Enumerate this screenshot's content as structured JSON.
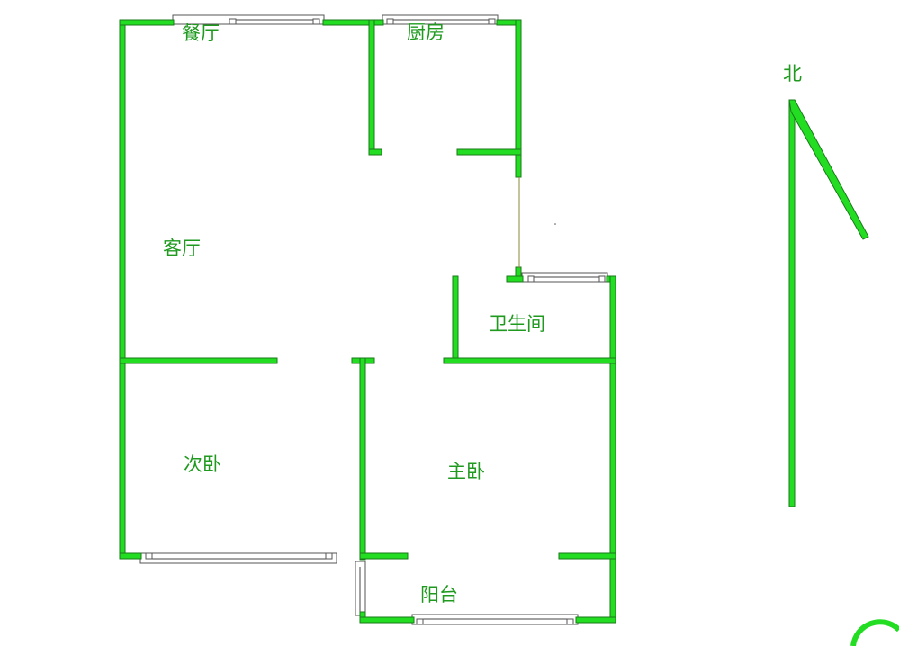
{
  "rooms": {
    "dining": "餐厅",
    "kitchen": "厨房",
    "living": "客厅",
    "bathroom": "卫生间",
    "second_bedroom": "次卧",
    "master_bedroom": "主卧",
    "balcony": "阳台"
  },
  "compass": {
    "label": "北"
  },
  "colors": {
    "wall": "#22dd22",
    "text": "#1f9a1f"
  }
}
